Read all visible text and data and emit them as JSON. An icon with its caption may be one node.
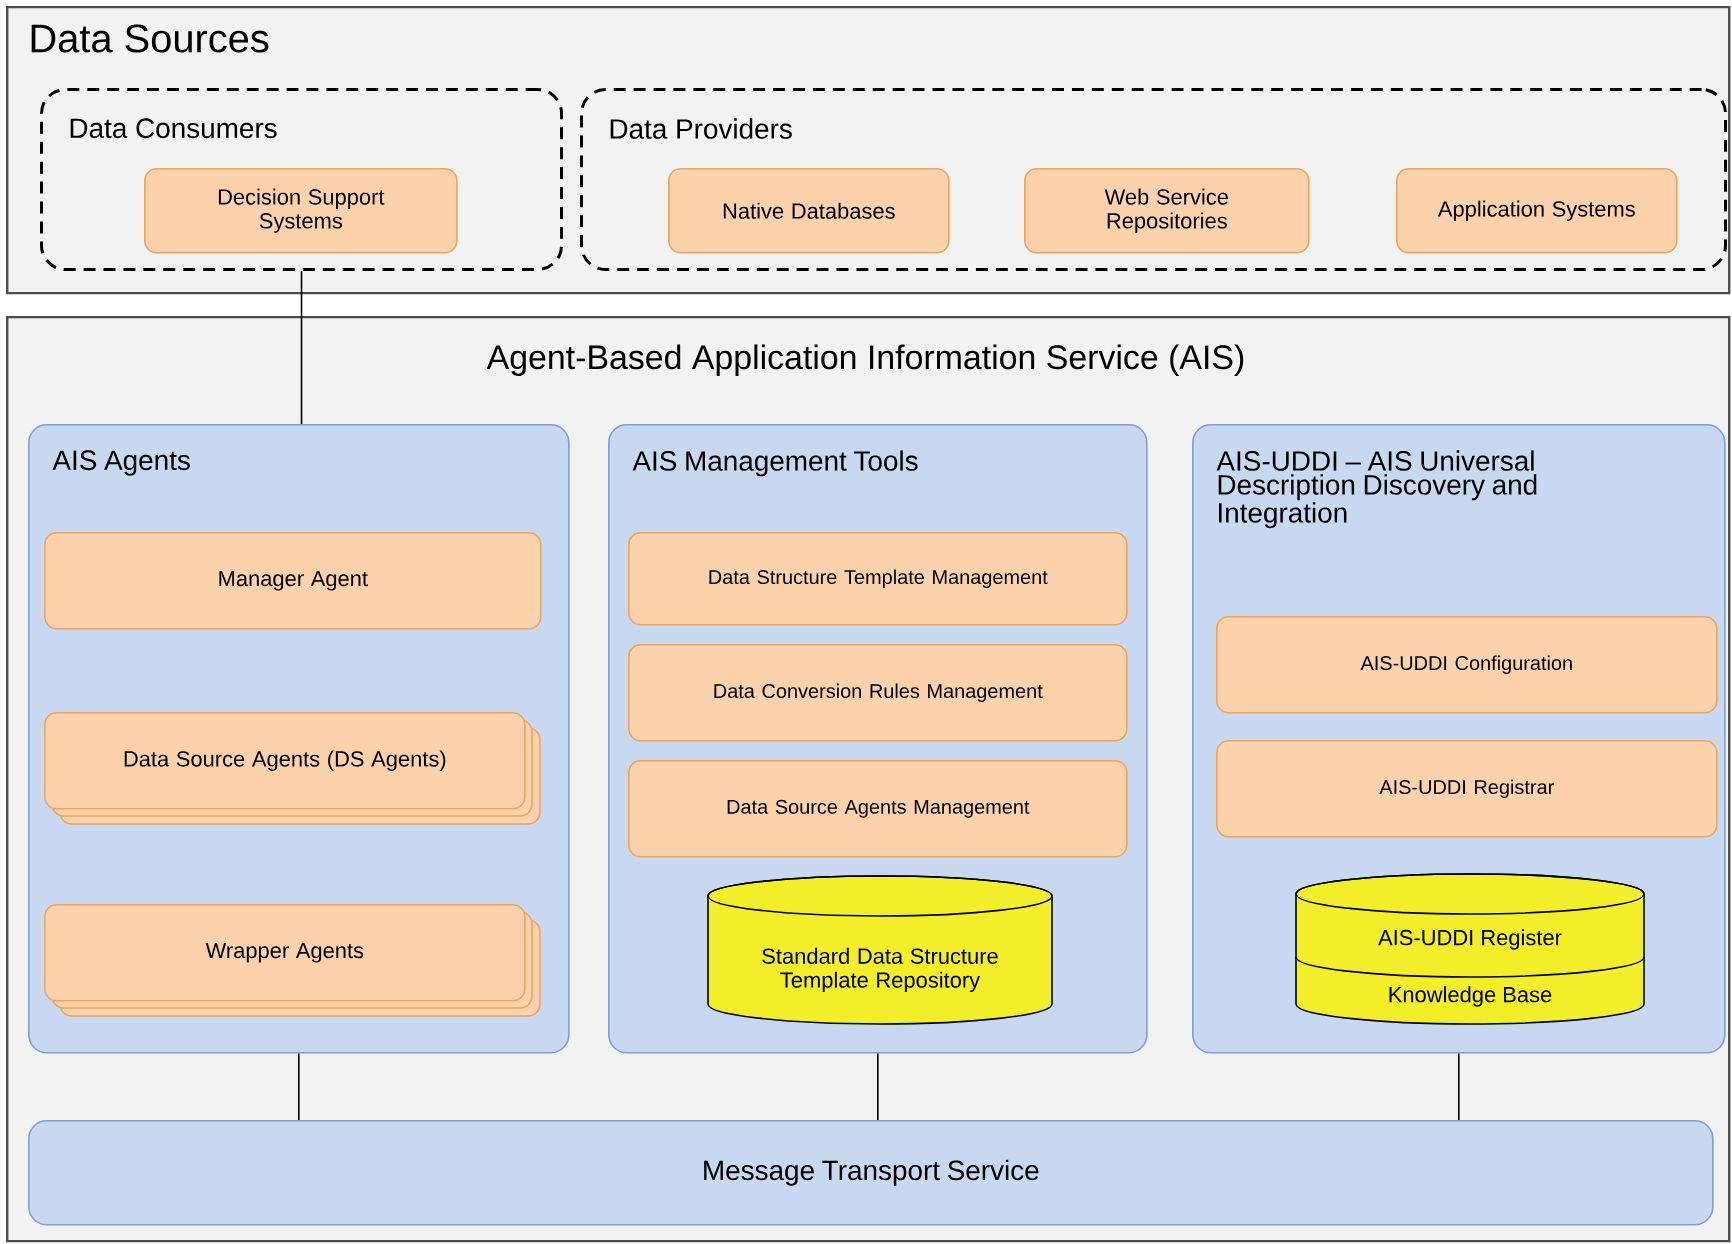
{
  "diagram": {
    "nodes": [
      {
        "text": [
          "Data Sources"
        ]
      },
      {
        "text": [
          "Data Consumers"
        ],
        "in": 0
      },
      {
        "text": [
          "Decision Support Systems"
        ],
        "in": 1
      },
      {
        "text": [
          "Data Providers"
        ],
        "in": 0
      },
      {
        "text": [
          "Native Databases"
        ],
        "in": 3
      },
      {
        "text": [
          "Web Service Repositories"
        ],
        "in": 3
      },
      {
        "text": [
          "Application Systems"
        ],
        "in": 3
      },
      {
        "text": [
          "Agent-Based Application Information Service (AIS)"
        ]
      },
      {
        "text": [
          "AIS Agents"
        ],
        "in": 7
      },
      {
        "text": [
          "Manager Agent"
        ],
        "in": 8
      },
      {
        "text": [
          "Data Source Agents (DS Agents)"
        ],
        "in": 8
      },
      {
        "text": [
          "Wrapper Agents"
        ],
        "in": 8
      },
      {
        "text": [
          "AIS Management Tools"
        ],
        "in": 7
      },
      {
        "text": [
          "Data Structure Template Management"
        ],
        "in": 12
      },
      {
        "text": [
          "Data Conversion Rules Management"
        ],
        "in": 12
      },
      {
        "text": [
          "Data Source Agents Management"
        ],
        "in": 12
      },
      {
        "text": [
          "Standard Data Structure Template Repository"
        ],
        "in": 12
      },
      {
        "text": [
          "AIS-UDDI – AIS Universal Description Discovery and Integration"
        ],
        "in": 7
      },
      {
        "text": [
          "AIS-UDDI Configuration"
        ],
        "in": 17
      },
      {
        "text": [
          "AIS-UDDI Registrar"
        ],
        "in": 17
      },
      {
        "text": [
          "AIS-UDDI Register",
          "Knowledge Base"
        ],
        "in": 17
      },
      {
        "text": [
          "Message Transport Service"
        ],
        "in": 7
      }
    ],
    "edges": [
      {
        "from": 1,
        "to": 8,
        "arrow": "none"
      },
      {
        "from": 8,
        "to": 21,
        "arrow": "none"
      },
      {
        "from": 12,
        "to": 21,
        "arrow": "none"
      },
      {
        "from": 17,
        "to": 21,
        "arrow": "none"
      }
    ]
  }
}
